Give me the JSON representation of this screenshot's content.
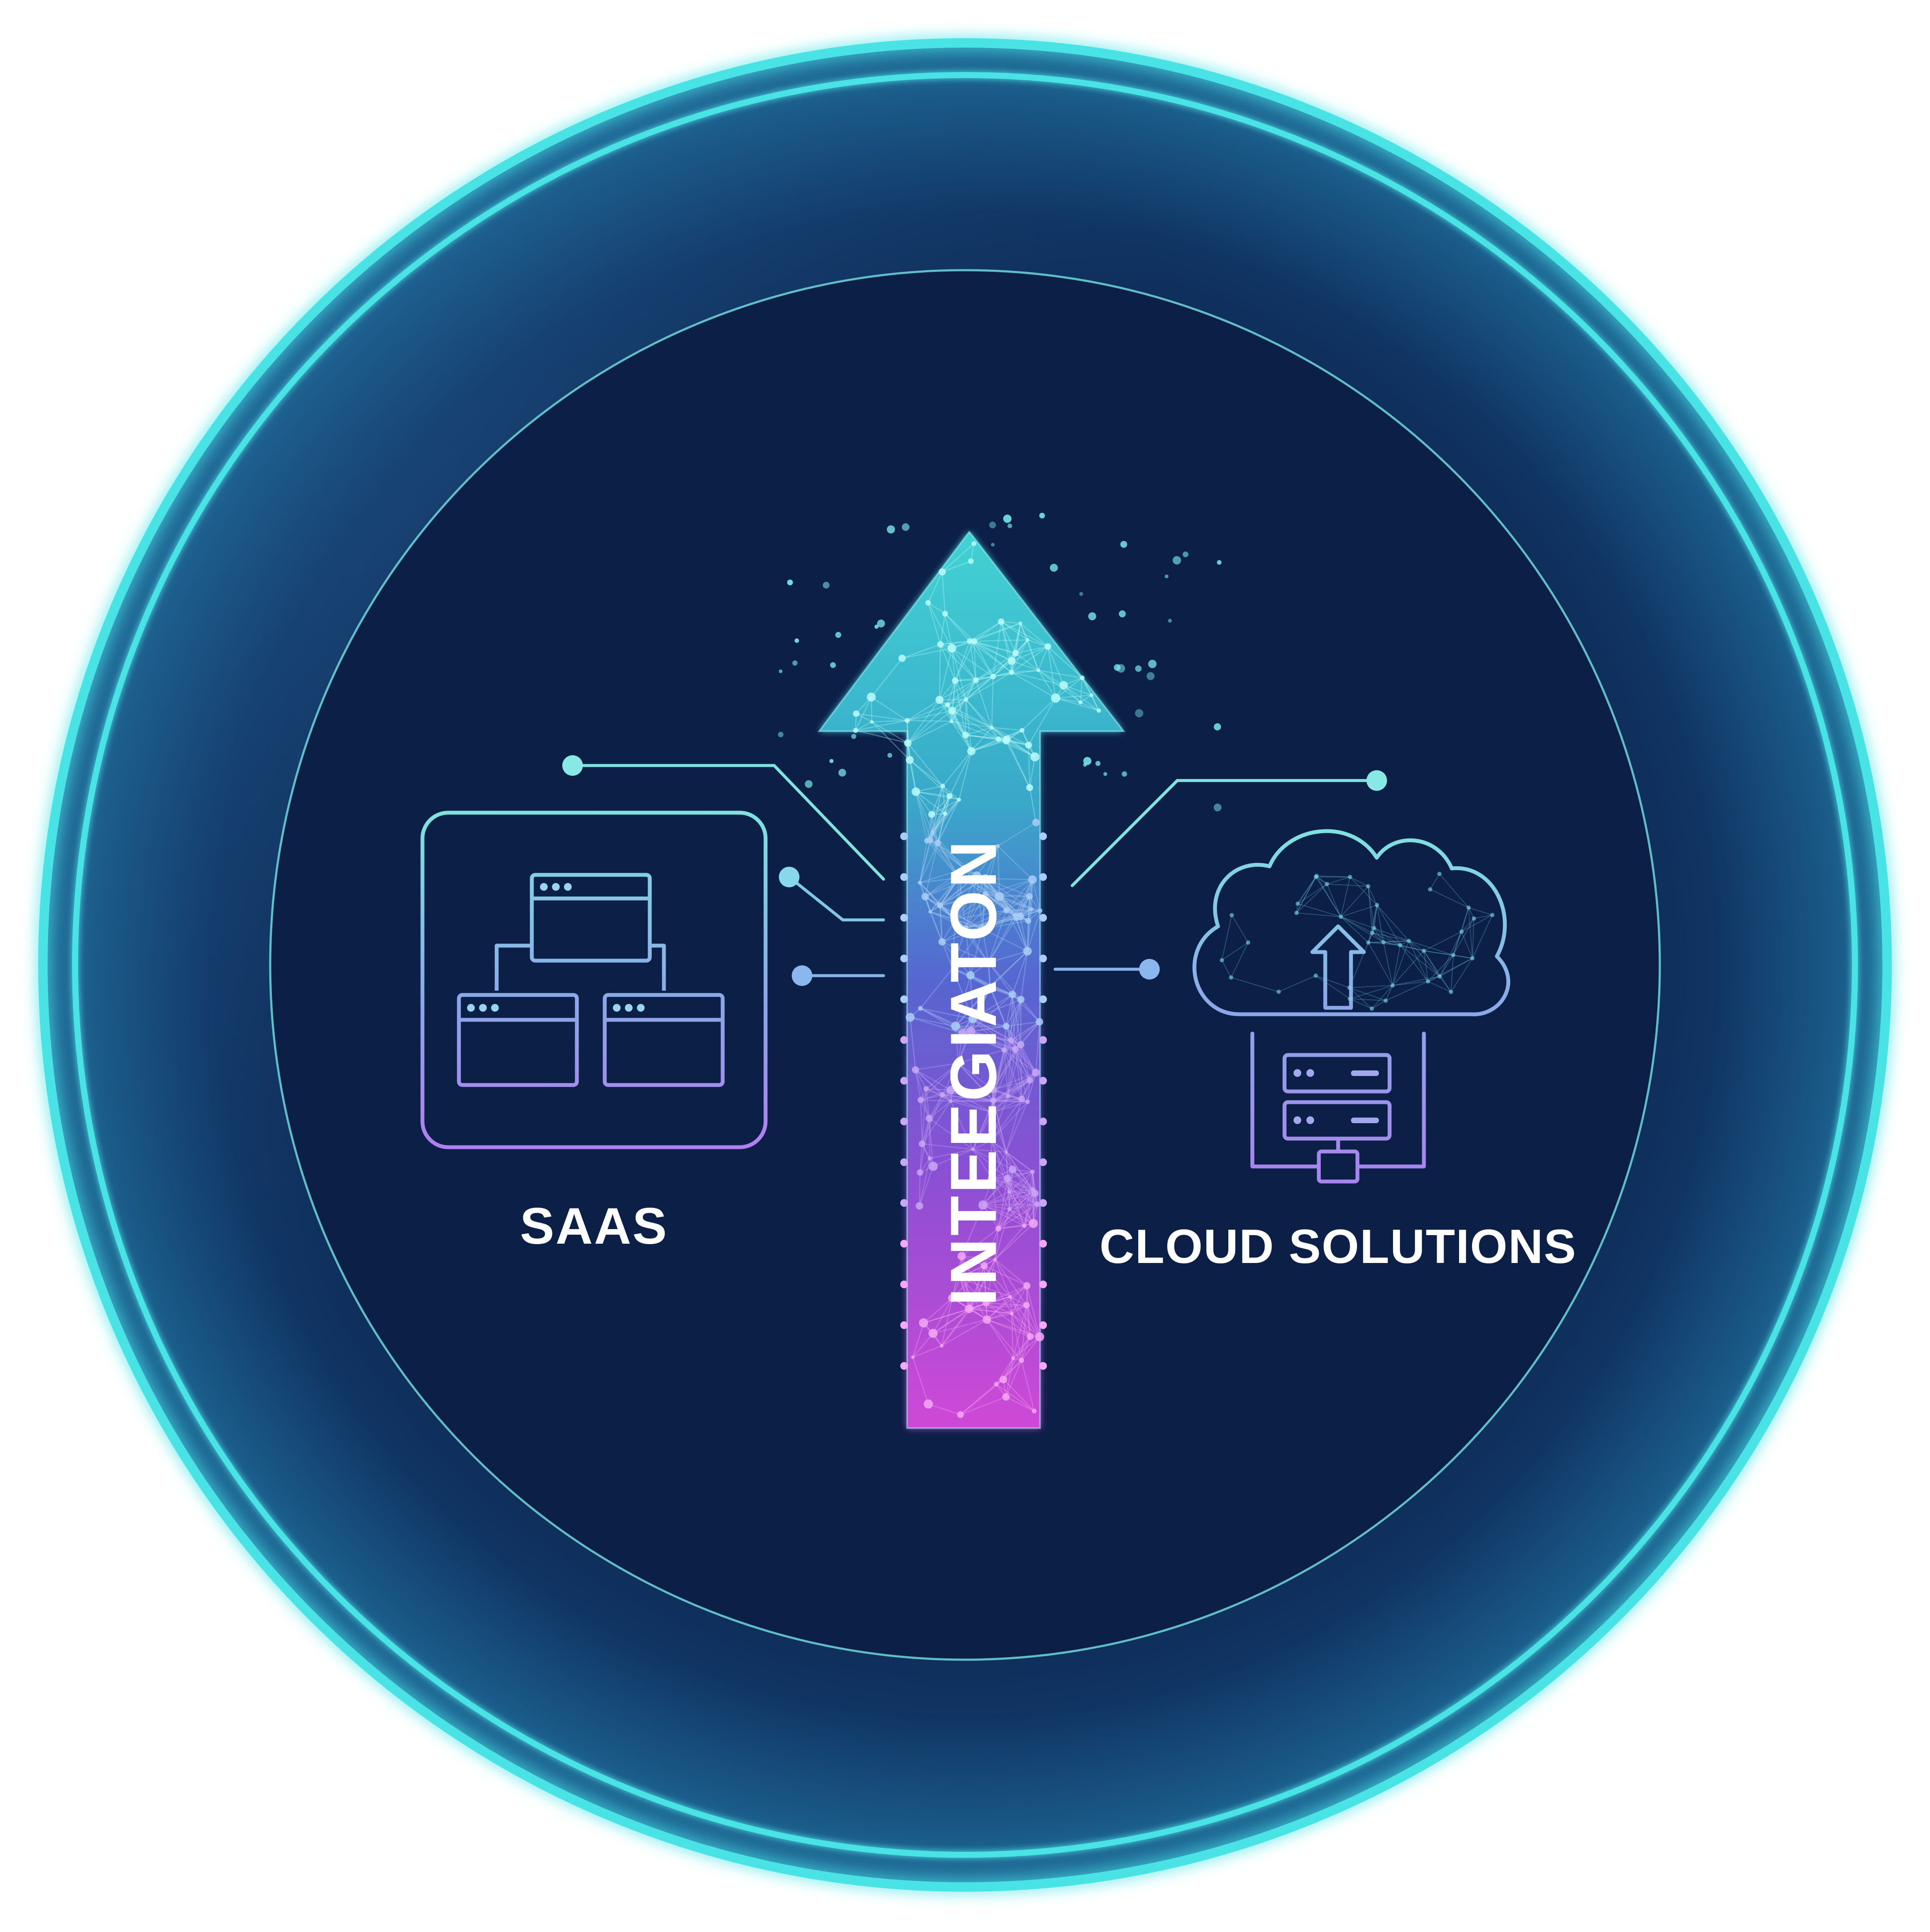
{
  "labels": {
    "left": "SAAS",
    "right": "CLOUD SOLUTIONS",
    "center": "INTEEGIATON"
  },
  "colors": {
    "background": "#ffffff",
    "disc_dark": "#0c1f45",
    "ring_cyan": "#48e3e6",
    "line_teal": "#7fe3df",
    "line_blue": "#8aa9e8",
    "line_violet": "#b07ef0",
    "arrow_top": "#47e6e4",
    "arrow_mid": "#5f6ee0",
    "arrow_bottom": "#e54ee6",
    "label_text": "#ffffff"
  },
  "icons": {
    "left": "saas-app-hierarchy-icon",
    "right": "cloud-upload-server-icon",
    "center": "upward-arrow-icon"
  }
}
